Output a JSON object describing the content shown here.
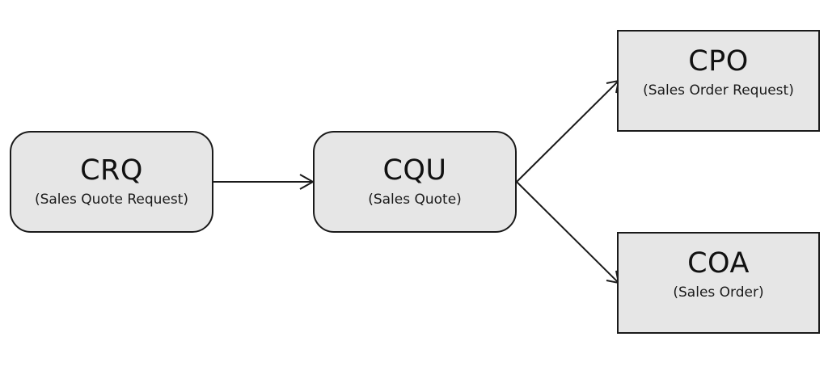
{
  "diagram": {
    "nodes": [
      {
        "id": "crq",
        "code": "CRQ",
        "desc": "(Sales Quote Request)",
        "shape": "rounded"
      },
      {
        "id": "cqu",
        "code": "CQU",
        "desc": "(Sales Quote)",
        "shape": "rounded"
      },
      {
        "id": "cpo",
        "code": "CPO",
        "desc": "(Sales Order Request)",
        "shape": "rectangle"
      },
      {
        "id": "coa",
        "code": "COA",
        "desc": "(Sales Order)",
        "shape": "rectangle"
      }
    ],
    "edges": [
      {
        "from": "crq",
        "to": "cqu"
      },
      {
        "from": "cqu",
        "to": "cpo"
      },
      {
        "from": "cqu",
        "to": "coa"
      }
    ],
    "colors": {
      "node_fill": "#e6e6e6",
      "stroke": "#1a1a1a",
      "text": "#111111"
    }
  }
}
